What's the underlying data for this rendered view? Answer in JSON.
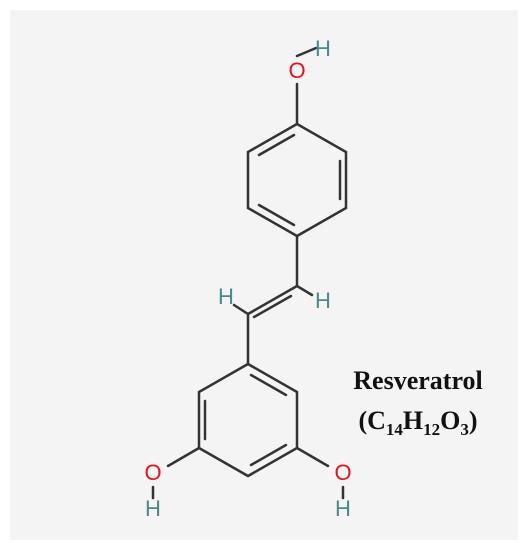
{
  "compound": {
    "name": "Resveratrol",
    "formula": {
      "open": "(",
      "c": "C",
      "c_count": "14",
      "h": "H",
      "h_count": "12",
      "o": "O",
      "o_count": "3",
      "close": ")"
    }
  },
  "atoms": {
    "top_o": "O",
    "top_h": "H",
    "vinyl_h_left": "H",
    "vinyl_h_right": "H",
    "left_o": "O",
    "left_h": "H",
    "right_o": "O",
    "right_h": "H"
  },
  "colors": {
    "oxygen": "#e8131a",
    "hydrogen": "#4a8a8a",
    "bond": "#333333",
    "background": "#f4f4f4"
  }
}
